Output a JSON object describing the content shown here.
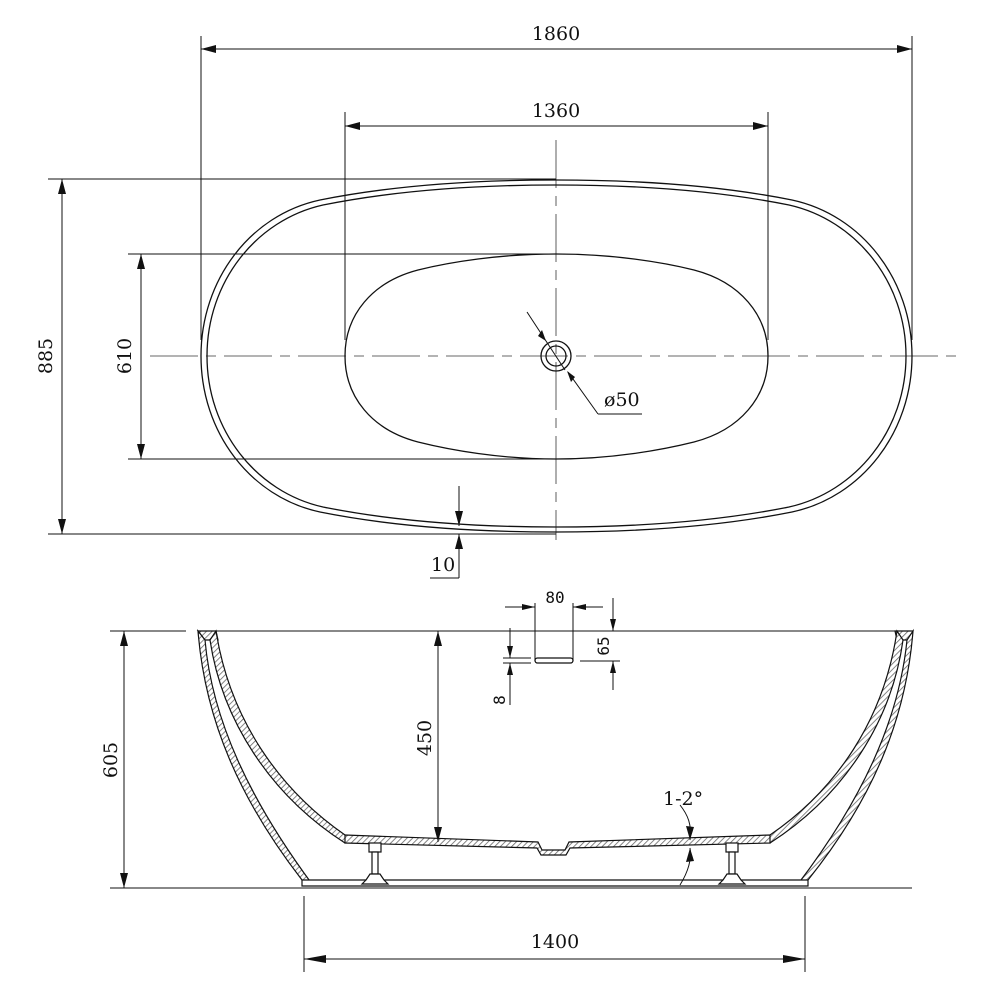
{
  "drawing": {
    "subject": "Freestanding bathtub technical drawing",
    "units": "mm",
    "colors": {
      "line": "#111111",
      "centerline": "#9a9a9a",
      "background": "#ffffff"
    }
  },
  "top_view": {
    "overall_length": "1860",
    "inner_length": "1360",
    "overall_width": "885",
    "inner_width": "610",
    "drain_diameter": "ø50",
    "rim_offset": "10"
  },
  "side_view": {
    "overall_height": "605",
    "inner_depth": "450",
    "overflow_slot_width": "80",
    "overflow_offset_from_rim": "65",
    "overflow_slot_height": "8",
    "floor_slope": "1-2°",
    "base_length": "1400"
  }
}
